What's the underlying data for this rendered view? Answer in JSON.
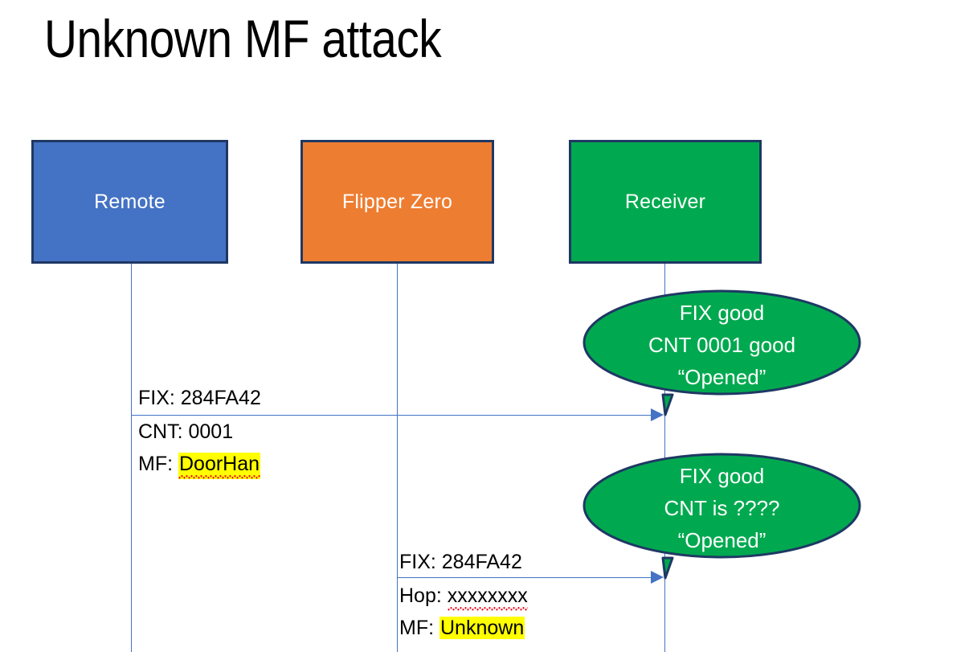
{
  "slide": {
    "title": "Unknown MF attack"
  },
  "actors": [
    {
      "id": "remote",
      "label": "Remote",
      "color": "#4472C4",
      "border": "#1F3864"
    },
    {
      "id": "flipper",
      "label": "Flipper Zero",
      "color": "#ED7D31",
      "border": "#1F3864"
    },
    {
      "id": "receiver",
      "label": "Receiver",
      "color": "#00A94F",
      "border": "#1F3864"
    }
  ],
  "messages": [
    {
      "id": "msg-1",
      "from": "remote",
      "to": "receiver",
      "arrow_color": "#4472C4",
      "label_above": "FIX: 284FA42",
      "label_below_line1": "CNT: 0001",
      "label_below_line2_prefix": "MF: ",
      "label_below_line2_value": "DoorHan",
      "highlight_color": "#FFFF00",
      "spellcheck_underline": true
    },
    {
      "id": "msg-2",
      "from": "flipper",
      "to": "receiver",
      "arrow_color": "#4472C4",
      "label_above": "FIX: 284FA42",
      "label_below_line1_prefix": "Hop: ",
      "label_below_line1_value": "xxxxxxxx",
      "label_below_line2_prefix": "MF: ",
      "label_below_line2_value": "Unknown",
      "highlight_color": "#FFFF00",
      "spellcheck_underline": true
    }
  ],
  "bubbles": [
    {
      "id": "bubble-1",
      "fill": "#00A94F",
      "stroke": "#1F3864",
      "line1": "FIX good",
      "line2": "CNT 0001 good",
      "line3": "“Opened”"
    },
    {
      "id": "bubble-2",
      "fill": "#00A94F",
      "stroke": "#1F3864",
      "line1": "FIX good",
      "line2": "CNT is ????",
      "line3": "“Opened”"
    }
  ]
}
